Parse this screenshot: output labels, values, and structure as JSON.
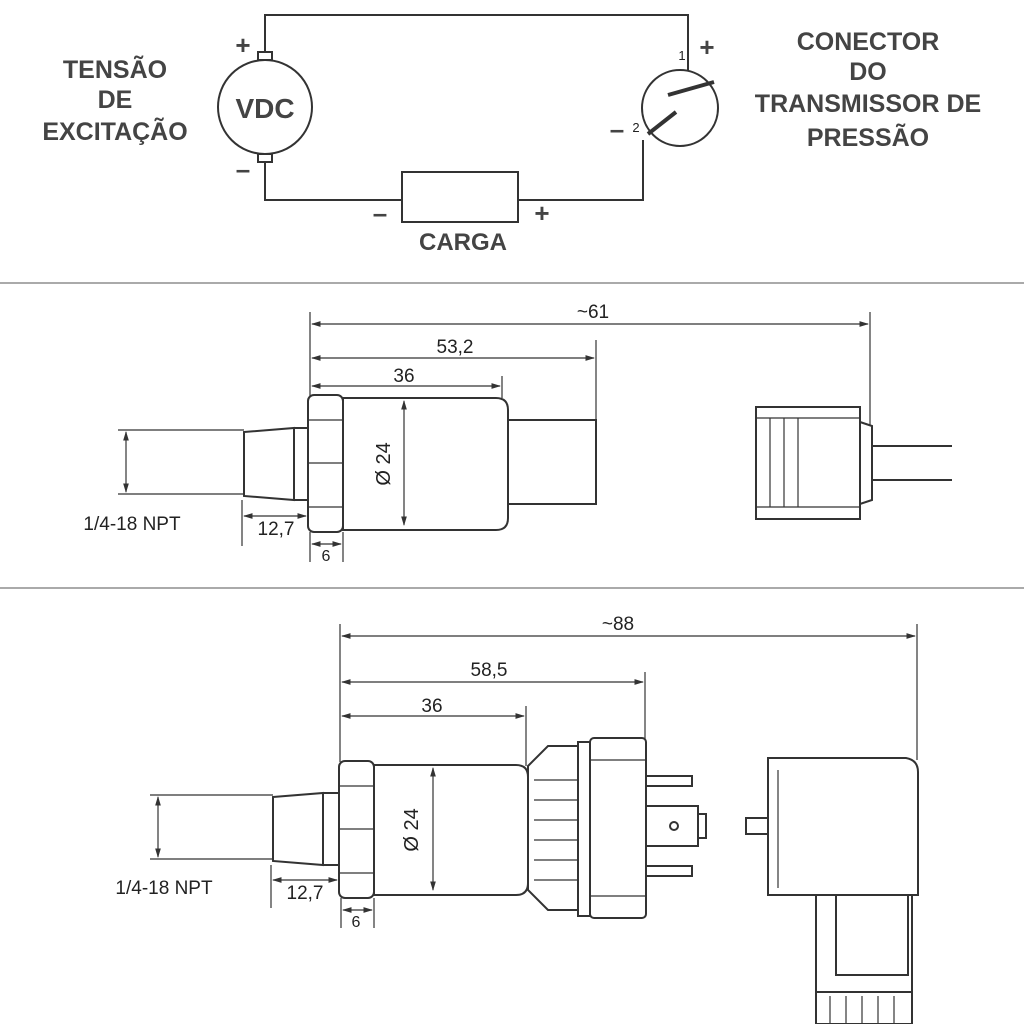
{
  "circuit": {
    "left_label": [
      "TENSÃO",
      "DE",
      "EXCITAÇÃO"
    ],
    "source_label": "VDC",
    "source_plus": "+",
    "source_minus": "–",
    "load_label": "CARGA",
    "load_minus": "–",
    "load_plus": "+",
    "connector_pin1": "1",
    "connector_pin2": "2",
    "connector_plus": "+",
    "connector_minus": "–",
    "right_label": [
      "CONECTOR",
      "DO",
      "TRANSMISSOR DE",
      "PRESSÃO"
    ]
  },
  "drawing1": {
    "dim_total": "~61",
    "dim_mid": "53,2",
    "dim_body": "36",
    "dim_diameter": "Ø 24",
    "dim_thread": "12,7",
    "dim_hex": "6",
    "thread_label": "1/4-18  NPT"
  },
  "drawing2": {
    "dim_total": "~88",
    "dim_mid": "58,5",
    "dim_body": "36",
    "dim_diameter": "Ø 24",
    "dim_thread": "12,7",
    "dim_hex": "6",
    "thread_label": "1/4-18  NPT"
  }
}
